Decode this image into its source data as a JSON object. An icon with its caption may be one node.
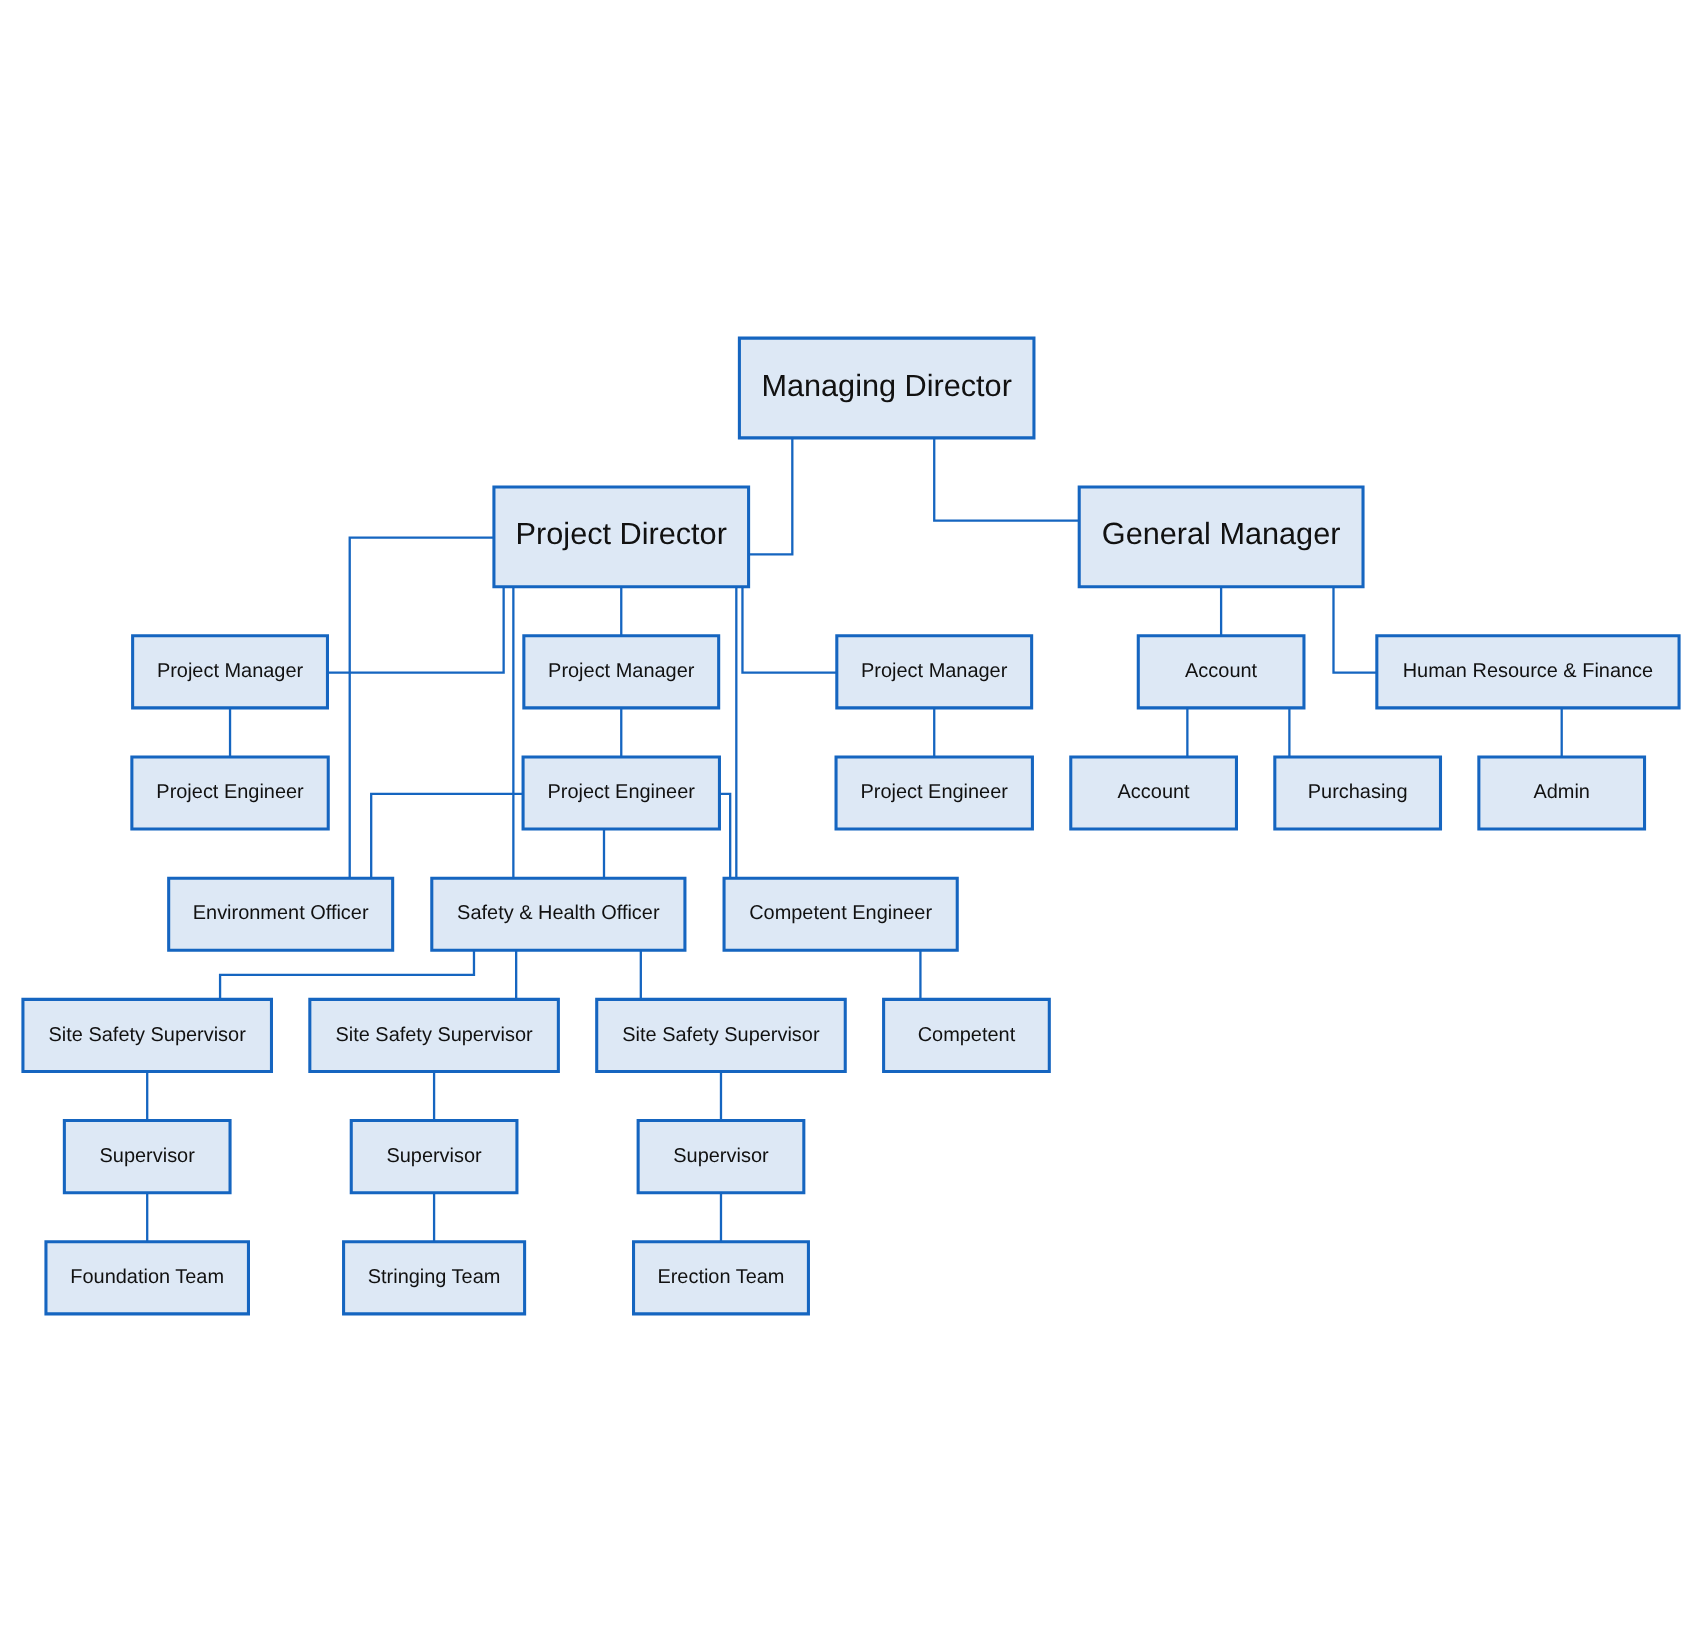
{
  "diagram": {
    "nodes": [
      {
        "text": [
          "Managing Director"
        ]
      },
      {
        "text": [
          "Project Director"
        ]
      },
      {
        "text": [
          "General Manager"
        ]
      },
      {
        "text": [
          "Project Manager"
        ]
      },
      {
        "text": [
          "Project Manager"
        ]
      },
      {
        "text": [
          "Project Manager"
        ]
      },
      {
        "text": [
          "Project Engineer"
        ]
      },
      {
        "text": [
          "Project Engineer"
        ]
      },
      {
        "text": [
          "Project Engineer"
        ]
      },
      {
        "text": [
          "Account"
        ]
      },
      {
        "text": [
          "Human Resource & Finance"
        ]
      },
      {
        "text": [
          "Purchasing"
        ]
      },
      {
        "text": [
          "Account"
        ]
      },
      {
        "text": [
          "Admin"
        ]
      },
      {
        "text": [
          "Competent Engineer"
        ]
      },
      {
        "text": [
          "Environment Officer"
        ]
      },
      {
        "text": [
          "Safety & Health Officer"
        ]
      },
      {
        "text": [
          "Competent"
        ]
      },
      {
        "text": [
          "Site Safety Supervisor"
        ]
      },
      {
        "text": [
          "Site Safety Supervisor"
        ]
      },
      {
        "text": [
          "Site Safety Supervisor"
        ]
      },
      {
        "text": [
          "Supervisor"
        ]
      },
      {
        "text": [
          "Supervisor"
        ]
      },
      {
        "text": [
          "Supervisor"
        ]
      },
      {
        "text": [
          "Erection Team"
        ]
      },
      {
        "text": [
          "Foundation Team"
        ]
      },
      {
        "text": [
          "Stringing Team"
        ]
      }
    ],
    "edges": [
      {
        "from": 0,
        "to": 1,
        "arrow": "none"
      },
      {
        "from": 0,
        "to": 2,
        "arrow": "none"
      },
      {
        "from": 1,
        "to": 3,
        "arrow": "none"
      },
      {
        "from": 1,
        "to": 4,
        "arrow": "none"
      },
      {
        "from": 1,
        "to": 5,
        "arrow": "none"
      },
      {
        "from": 3,
        "to": 6,
        "arrow": "none"
      },
      {
        "from": 4,
        "to": 7,
        "arrow": "none"
      },
      {
        "from": 5,
        "to": 8,
        "arrow": "none"
      },
      {
        "from": 2,
        "to": 9,
        "arrow": "none"
      },
      {
        "from": 2,
        "to": 10,
        "arrow": "none"
      },
      {
        "from": 9,
        "to": 11,
        "arrow": "none"
      },
      {
        "from": 9,
        "to": 12,
        "arrow": "none"
      },
      {
        "from": 10,
        "to": 13,
        "arrow": "none"
      },
      {
        "from": 1,
        "to": 14,
        "arrow": "none"
      },
      {
        "from": 1,
        "to": 15,
        "arrow": "none"
      },
      {
        "from": 1,
        "to": 16,
        "arrow": "none"
      },
      {
        "from": 7,
        "to": 14,
        "arrow": "none"
      },
      {
        "from": 7,
        "to": 15,
        "arrow": "none"
      },
      {
        "from": 7,
        "to": 16,
        "arrow": "none"
      },
      {
        "from": 14,
        "to": 17,
        "arrow": "none"
      },
      {
        "from": 16,
        "to": 18,
        "arrow": "none"
      },
      {
        "from": 16,
        "to": 19,
        "arrow": "none"
      },
      {
        "from": 16,
        "to": 20,
        "arrow": "none"
      },
      {
        "from": 18,
        "to": 21,
        "arrow": "none"
      },
      {
        "from": 19,
        "to": 22,
        "arrow": "none"
      },
      {
        "from": 20,
        "to": 23,
        "arrow": "none"
      },
      {
        "from": 21,
        "to": 24,
        "arrow": "none"
      },
      {
        "from": 22,
        "to": 25,
        "arrow": "none"
      },
      {
        "from": 23,
        "to": 26,
        "arrow": "none"
      }
    ]
  }
}
